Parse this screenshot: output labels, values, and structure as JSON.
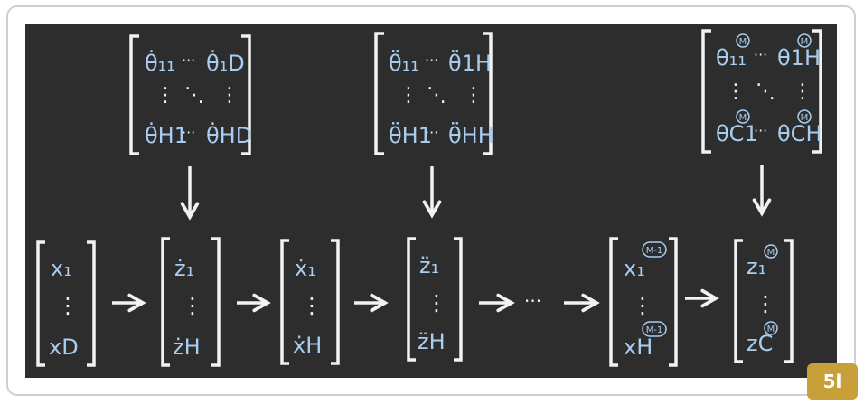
{
  "colors": {
    "board": "#2d2d2d",
    "chalk_white": "#f2f2f2",
    "chalk_blue": "#a9cdf0",
    "badge": "#c7a03a"
  },
  "top_matrices": [
    {
      "tl": "θ̇₁₁",
      "tr": "θ̇₁D",
      "bl": "θ̇H1",
      "br": "θ̇HD",
      "hdots": "···",
      "vdots": "⋮",
      "ddots": "⋱"
    },
    {
      "tl": "θ̈₁₁",
      "tr": "θ̈1H",
      "bl": "θ̈H1",
      "br": "θ̈HH",
      "hdots": "···",
      "vdots": "⋮",
      "ddots": "⋱"
    },
    {
      "tl": "θ₁₁",
      "tr": "θ1H",
      "bl": "θC1",
      "br": "θCH",
      "sup": "M",
      "hdots": "···",
      "vdots": "⋮",
      "ddots": "⋱"
    }
  ],
  "bottom_vectors": [
    {
      "top": "x₁",
      "bottom": "xD",
      "vdots": "⋮"
    },
    {
      "top": "ż₁",
      "bottom": "żH",
      "vdots": "⋮"
    },
    {
      "top": "ẋ₁",
      "bottom": "ẋH",
      "vdots": "⋮"
    },
    {
      "top": "z̈₁",
      "bottom": "z̈H",
      "vdots": "⋮"
    },
    {
      "top": "x₁",
      "bottom": "xH",
      "sup": "M-1",
      "vdots": "⋮"
    },
    {
      "top": "z₁",
      "bottom": "zC",
      "sup": "M",
      "vdots": "⋮"
    }
  ],
  "chain_ellipsis": "···",
  "badge": "5l"
}
